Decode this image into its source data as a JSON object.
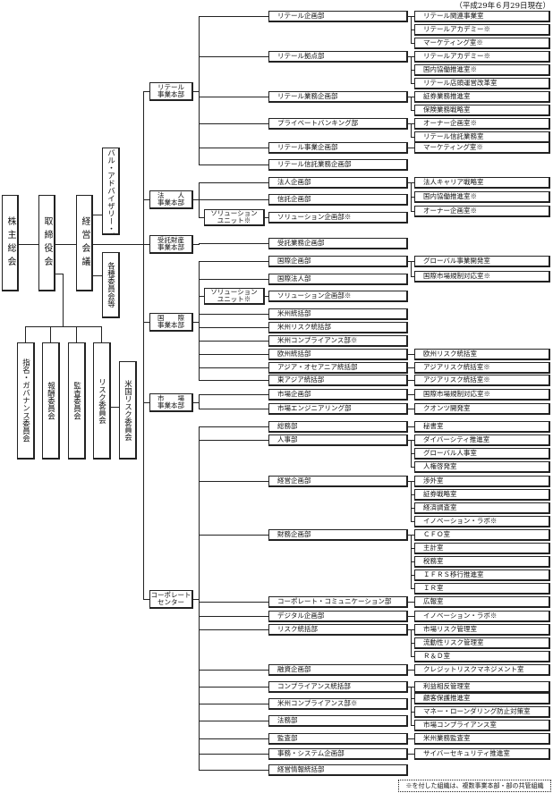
{
  "date": "（平成29年６月29日現在）",
  "governance": {
    "shareholders": "株主総会",
    "board": "取締役会",
    "management": "経営会議",
    "advisory_board": "グローバル・アドバイザリー・ボード",
    "committees_misc": "各種委員会等",
    "committees": [
      "指名・ガバナンス委員会",
      "報酬委員会",
      "監査委員会",
      "リスク委員会"
    ],
    "us_risk": "米国リスク委員会"
  },
  "divisions": [
    {
      "lines": [
        "リテール",
        "事業本部"
      ],
      "depts": [
        {
          "name": "リテール企画部",
          "children": [
            "リテール関連事業室",
            "リテールアカデミー※",
            "マーケティング室※"
          ]
        },
        {
          "name": "リテール拠点部",
          "children": [
            "リテールアカデミー※",
            "国内協働推進室※",
            "リテール店頭運営改革室"
          ]
        },
        {
          "name": "リテール業務企画部",
          "children": [
            "証券業務推進室",
            "保険業務戦略室"
          ]
        },
        {
          "name": "プライベートバンキング部",
          "children": [
            "オーナー企画室※",
            "リテール信託業務室"
          ]
        },
        {
          "name": "リテール事業企画部",
          "children": [
            "マーケティング室※"
          ]
        },
        {
          "name": "リテール信託業務企画部",
          "children": []
        }
      ]
    },
    {
      "lines": [
        "法　　人",
        "事業本部"
      ],
      "depts": [
        {
          "name": "法人企画部",
          "children": [
            "法人キャリア戦略室",
            "国内協働推進室※",
            "オーナー企画室※"
          ]
        },
        {
          "name": "信託企画部",
          "children": []
        },
        {
          "name": "ソリューション企画部※",
          "unit": [
            "ソリューション",
            "ユニット※"
          ],
          "children": []
        }
      ]
    },
    {
      "lines": [
        "受託財産",
        "事業本部"
      ],
      "depts": [
        {
          "name": "受託業務企画部",
          "children": []
        }
      ]
    },
    {
      "lines": [
        "国　　際",
        "事業本部"
      ],
      "depts": [
        {
          "name": "国際企画部",
          "children": [
            "グローバル事業開発室",
            "国際市場規制対応室※"
          ]
        },
        {
          "name": "国際法人部",
          "children": []
        },
        {
          "name": "ソリューション企画部※",
          "unit": [
            "ソリューション",
            "ユニット※"
          ],
          "children": []
        },
        {
          "name": "米州統括部",
          "children": []
        },
        {
          "name": "米州リスク統括部",
          "children": []
        },
        {
          "name": "米州コンプライアンス部※",
          "children": []
        },
        {
          "name": "欧州統括部",
          "children": [
            "欧州リスク統括室"
          ]
        },
        {
          "name": "アジア・オセアニア統括部",
          "children": [
            "アジアリスク統括室※"
          ]
        },
        {
          "name": "東アジア統括部",
          "children": [
            "アジアリスク統括室※"
          ]
        }
      ]
    },
    {
      "lines": [
        "市　　場",
        "事業本部"
      ],
      "depts": [
        {
          "name": "市場企画部",
          "children": [
            "国際市場規制対応室※"
          ]
        },
        {
          "name": "市場エンジニアリング部",
          "children": [
            "クオンツ開発室"
          ]
        }
      ]
    },
    {
      "lines": [
        "コーポレート",
        "センター"
      ],
      "depts": [
        {
          "name": "総務部",
          "children": [
            "秘書室"
          ]
        },
        {
          "name": "人事部",
          "children": [
            "ダイバーシティ推進室",
            "グローバル人事室",
            "人権啓発室"
          ]
        },
        {
          "name": "経営企画部",
          "children": [
            "渉外室",
            "証券戦略室",
            "経済調査室",
            "イノベーション・ラボ※"
          ]
        },
        {
          "name": "財務企画部",
          "children": [
            "ＣＦＯ室",
            "主計室",
            "税務室",
            "ＩＦＲＳ移行推進室",
            "ＩＲ室"
          ]
        },
        {
          "name": "コーポレート・コミュニケーション部",
          "children": [
            "広報室"
          ]
        },
        {
          "name": "デジタル企画部",
          "children": [
            "イノベーション・ラボ※"
          ]
        },
        {
          "name": "リスク統括部",
          "children": [
            "市場リスク管理室",
            "流動性リスク管理室",
            "Ｒ＆Ｄ室"
          ]
        },
        {
          "name": "融資企画部",
          "children": [
            "クレジットリスクマネジメント室"
          ]
        },
        {
          "name": "コンプライアンス統括部",
          "children": [
            "利益相反管理室",
            "顧客保護推進室",
            "マネー・ローンダリング防止対策室",
            "市場コンプライアンス室"
          ]
        },
        {
          "name": "米州コンプライアンス部※",
          "children": []
        },
        {
          "name": "法務部",
          "children": []
        },
        {
          "name": "監査部",
          "children": [
            "米州業務監査室"
          ]
        },
        {
          "name": "事務・システム企画部",
          "children": [
            "サイバーセキュリティ推進室"
          ]
        },
        {
          "name": "経営情報統括部",
          "children": []
        }
      ]
    }
  ],
  "footnote": "※を付した組織は、複数事業本部・部の共管組織"
}
